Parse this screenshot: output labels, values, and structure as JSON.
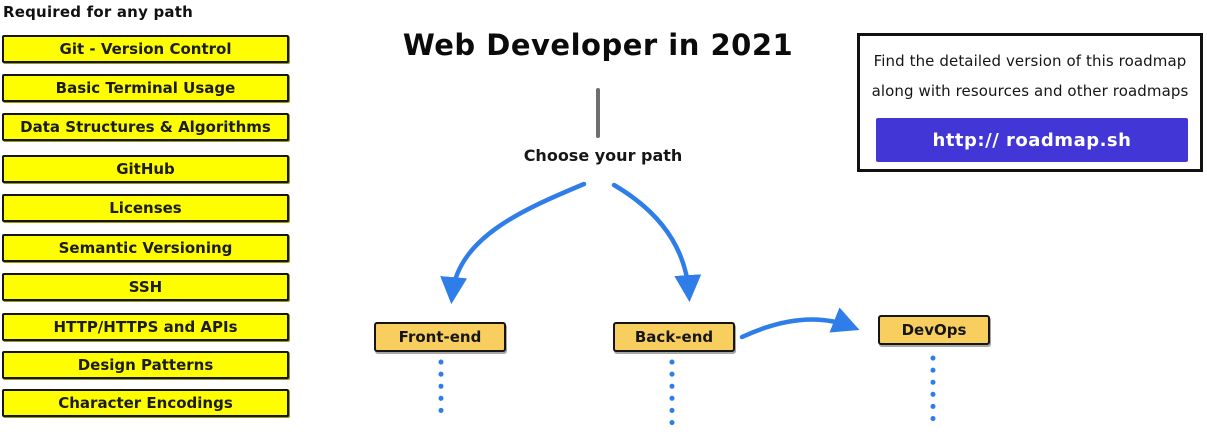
{
  "sidebar": {
    "heading": "Required for any path",
    "items": [
      "Git - Version Control",
      "Basic Terminal Usage",
      "Data Structures & Algorithms",
      "GitHub",
      "Licenses",
      "Semantic Versioning",
      "SSH",
      "HTTP/HTTPS and APIs",
      "Design Patterns",
      "Character Encodings"
    ]
  },
  "main": {
    "title": "Web Developer in 2021",
    "choose_label": "Choose your path",
    "paths": [
      {
        "label": "Front-end"
      },
      {
        "label": "Back-end"
      },
      {
        "label": "DevOps"
      }
    ]
  },
  "info_box": {
    "line1": "Find the detailed version of this roadmap",
    "line2": "along with resources and other roadmaps",
    "button_label": "http:// roadmap.sh"
  },
  "colors": {
    "topic_yellow": "#FEFE00",
    "path_orange": "#F8CF5F",
    "arrow_blue": "#2F7DE8",
    "button_indigo": "#4336D6",
    "connector_gray": "#6E6E6E"
  }
}
